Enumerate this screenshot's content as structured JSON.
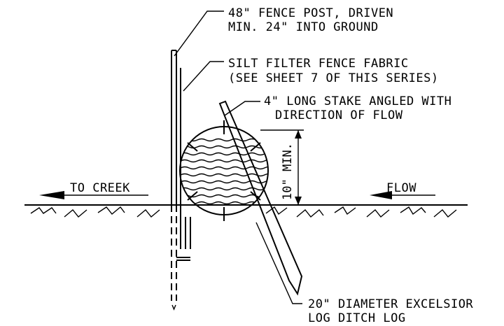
{
  "labels": {
    "fence_post_line1": "48\" FENCE POST, DRIVEN",
    "fence_post_line2": "MIN. 24\" INTO GROUND",
    "fabric_line1": "SILT FILTER FENCE FABRIC",
    "fabric_line2": "(SEE SHEET 7 OF THIS SERIES)",
    "stake_line1": "4\" LONG STAKE ANGLED WITH",
    "stake_line2": "DIRECTION OF FLOW",
    "dimension": "10\" MIN.",
    "to_creek": "TO CREEK",
    "flow": "FLOW",
    "log_line1": "20\" DIAMETER EXCELSIOR",
    "log_line2": "LOG DITCH LOG"
  }
}
